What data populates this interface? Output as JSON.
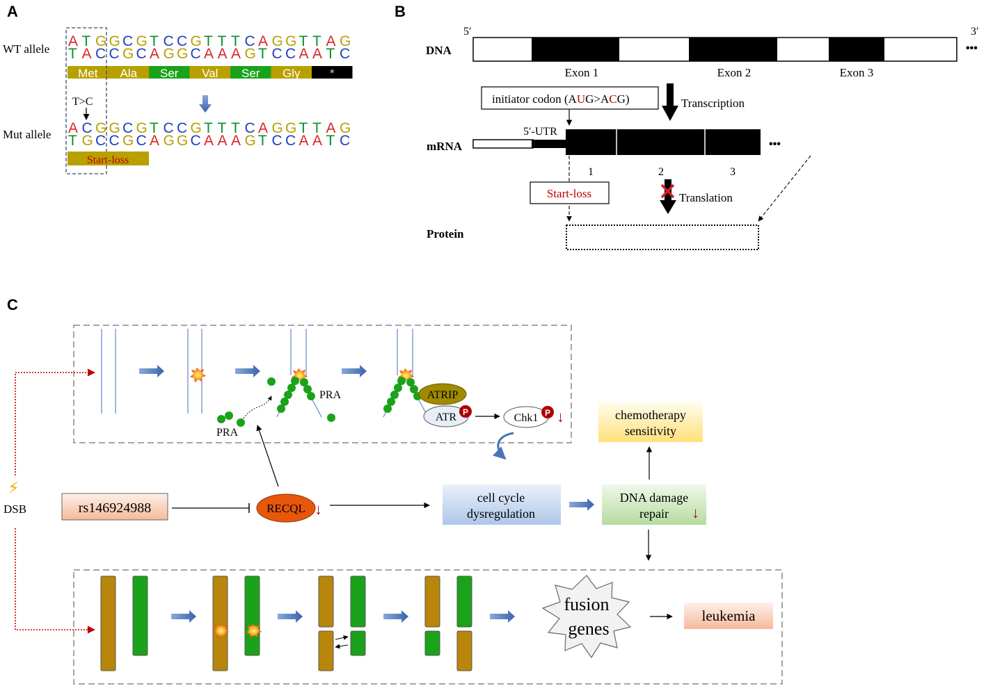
{
  "panels": {
    "a": "A",
    "b": "B",
    "c": "C"
  },
  "colors": {
    "base_A": "#d62728",
    "base_C": "#1f3fbf",
    "base_G": "#b8a000",
    "base_T": "#0a8f2a",
    "aa_olive": "#b8a000",
    "aa_green": "#1aa31a",
    "stop": "#000000",
    "red": "#c00000",
    "arrow_blue": "#4a72b8",
    "pra_green": "#1aa31a",
    "chrom_brown": "#b8860b",
    "chrom_green": "#1aa31a",
    "recql": "#e8560c",
    "atrip": "#a08a00"
  },
  "panel_a": {
    "wt_label": "WT allele",
    "mut_label": "Mut allele",
    "wt_top": "ATGGCGTCCGTTTCAGGTTAG",
    "wt_bottom": "TACCGCAGGCAAAGTCCAATC",
    "mut_top": "ACGGCGTCCGTTTCAGGTTAG",
    "mut_bottom": "TGCCGCAGGCAAAGTCCAATC",
    "amino_acids": [
      "Met",
      "Ala",
      "Ser",
      "Val",
      "Ser",
      "Gly",
      "*"
    ],
    "mutation": "T>C",
    "start_loss": "Start-loss"
  },
  "panel_b": {
    "dna": "DNA",
    "five_prime": "5′",
    "three_prime": "3′",
    "ellipsis": "•••",
    "exons": [
      "Exon 1",
      "Exon 2",
      "Exon 3"
    ],
    "initiator_prefix": "initiator codon (A",
    "initiator_u": "U",
    "initiator_mid": "G>A",
    "initiator_c": "C",
    "initiator_suffix": "G)",
    "transcription": "Transcription",
    "utr": "5′-UTR",
    "mrna": "mRNA",
    "exon_numbers": [
      "1",
      "2",
      "3"
    ],
    "start_loss": "Start-loss",
    "translation": "Translation",
    "protein": "Protein"
  },
  "panel_c": {
    "pra": "PRA",
    "atrip": "ATRIP",
    "atr": "ATR",
    "phospho": "P",
    "chk1": "Chk1",
    "down_arrow": "↓",
    "chemo_line1": "chemotherapy",
    "chemo_line2": "sensitivity",
    "dsb": "DSB",
    "lightning": "⚡",
    "rs": "rs146924988",
    "recql": "RECQL",
    "cell_cycle_line1": "cell cycle",
    "cell_cycle_line2": "dysregulation",
    "dna_damage_line1": "DNA damage",
    "dna_damage_line2": "repair",
    "fusion_line1": "fusion",
    "fusion_line2": "genes",
    "leukemia": "leukemia"
  }
}
